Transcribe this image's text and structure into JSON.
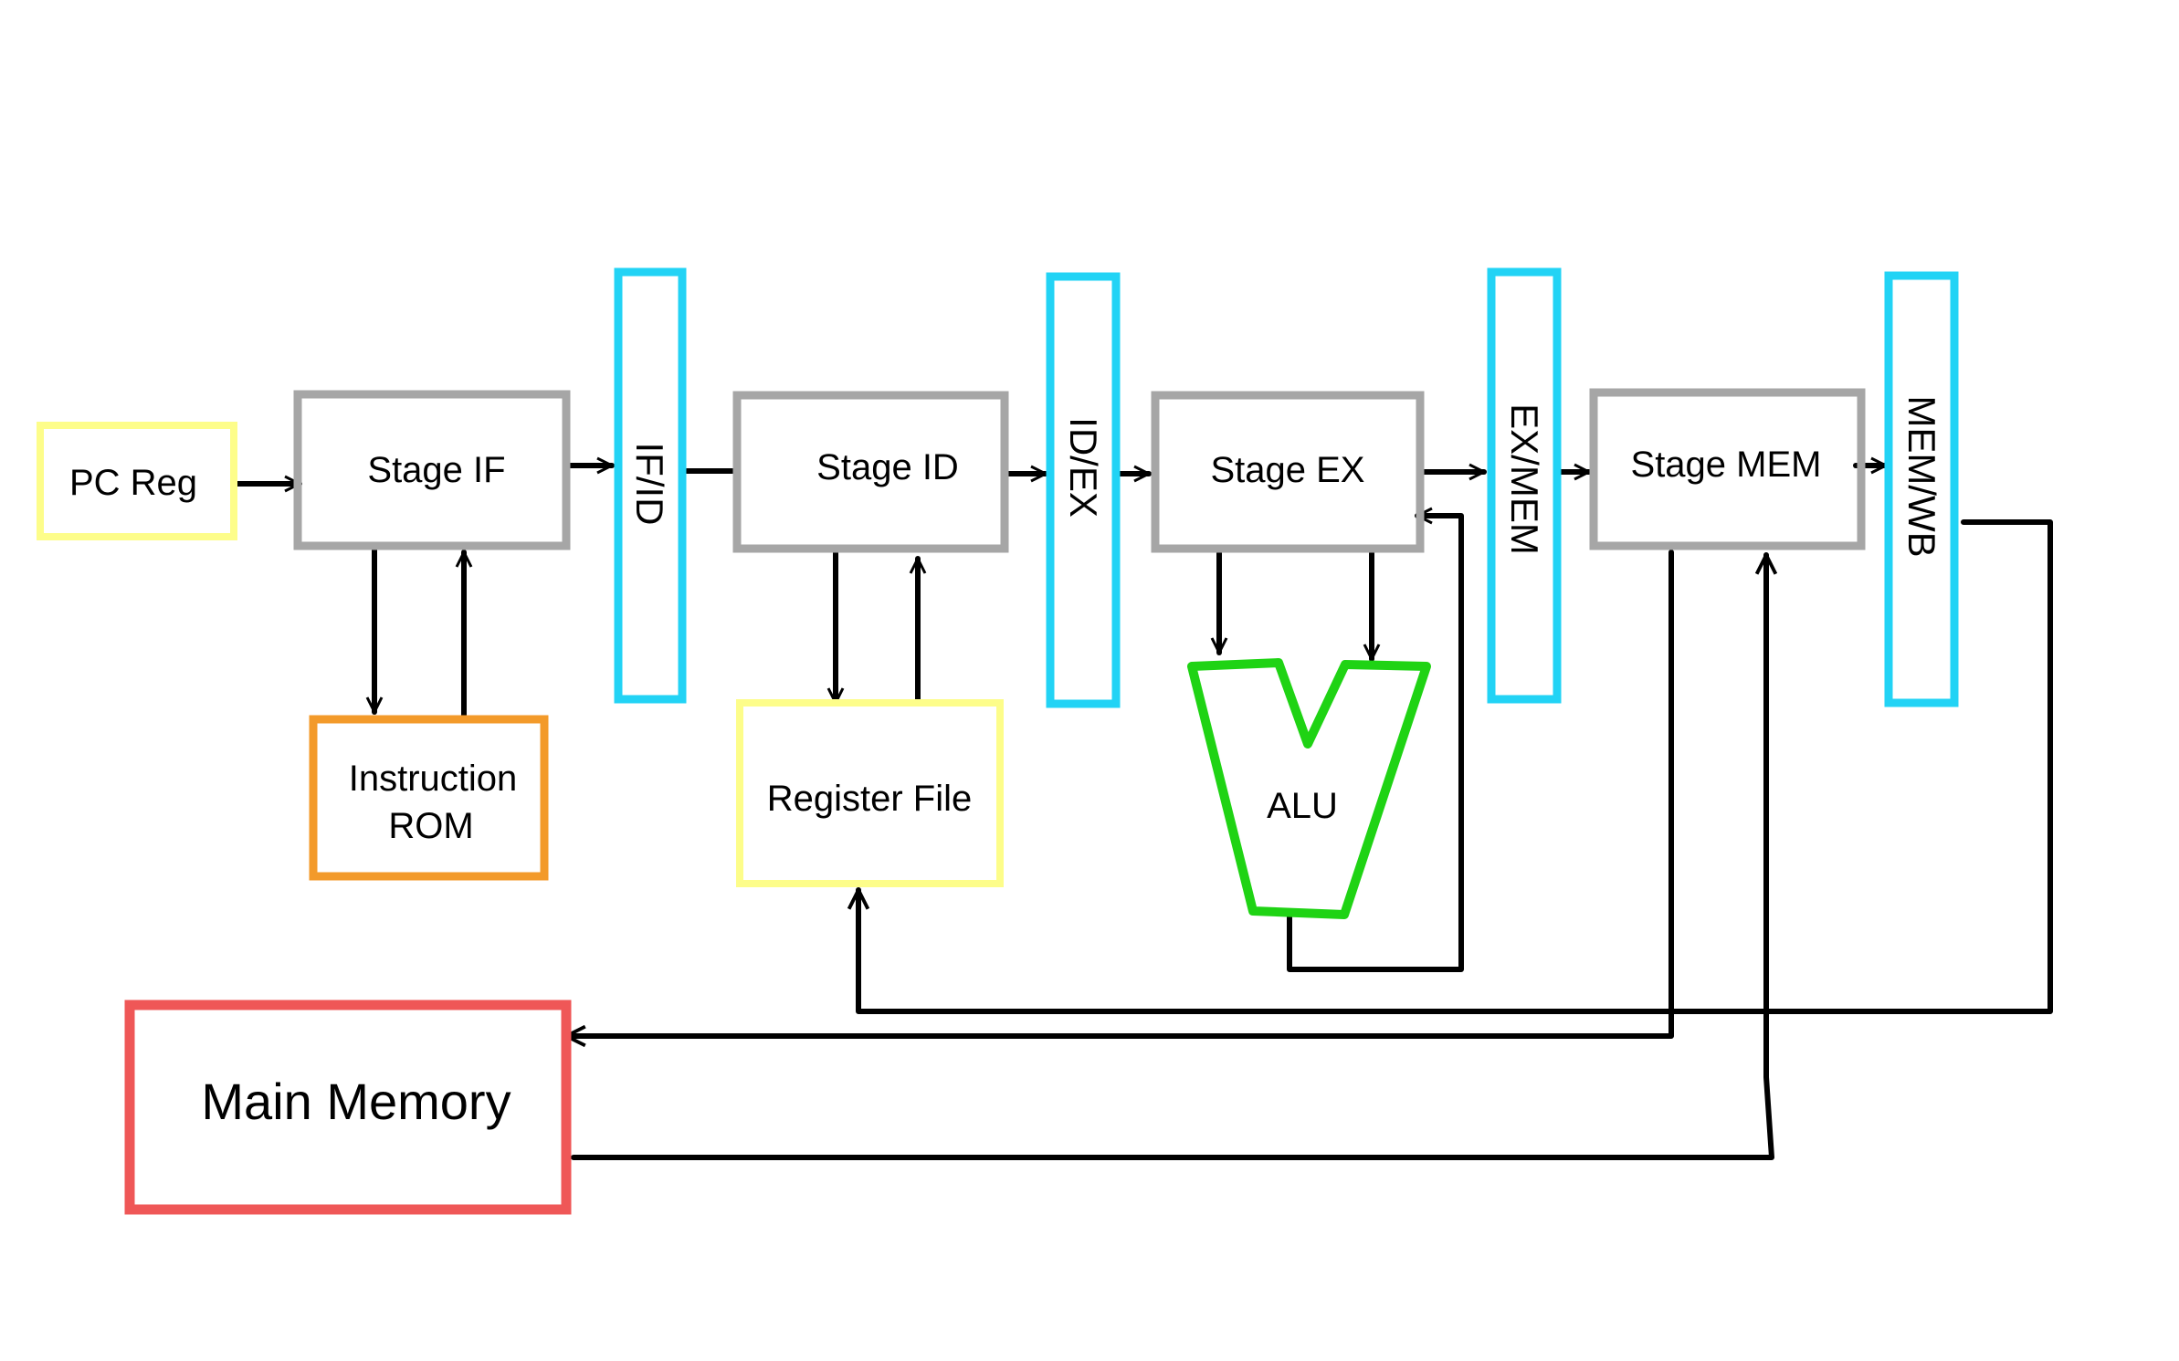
{
  "blocks": {
    "pc_reg": "PC Reg",
    "stage_if": "Stage IF",
    "stage_id": "Stage ID",
    "stage_ex": "Stage EX",
    "stage_mem": "Stage MEM",
    "instruction_rom_line1": "Instruction",
    "instruction_rom_line2": "ROM",
    "register_file": "Register File",
    "alu": "ALU",
    "main_memory": "Main Memory"
  },
  "pipeline_registers": {
    "if_id": "IF/ID",
    "id_ex": "ID/EX",
    "ex_mem": "EX/MEM",
    "mem_wb": "MEM/WB"
  },
  "colors": {
    "stage_box": "#a6a6a6",
    "pipeline_register": "#22d3f5",
    "pc_reg": "#fdfd8a",
    "instruction_rom": "#f39a2a",
    "register_file": "#fdfd8a",
    "alu": "#1fd314",
    "main_memory": "#ef5757",
    "wire": "#000000"
  }
}
